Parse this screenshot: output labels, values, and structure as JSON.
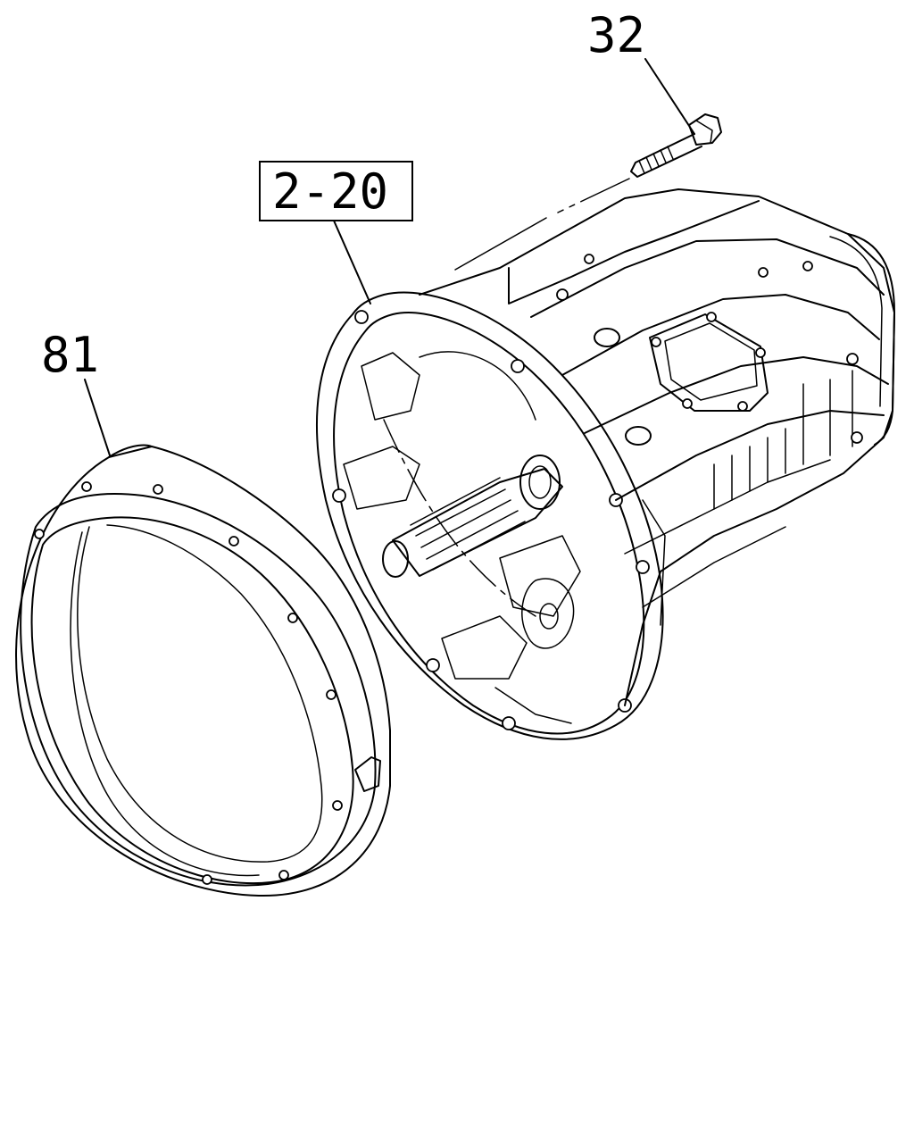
{
  "callouts": {
    "bolt": "32",
    "transmission": "2-20",
    "adapter_ring": "81"
  },
  "colors": {
    "line": "#000000",
    "background": "#ffffff"
  }
}
